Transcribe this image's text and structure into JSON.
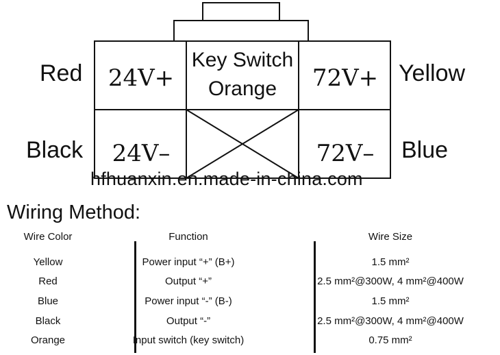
{
  "connector": {
    "cells": {
      "top_left": "24V+",
      "top_right": "72V+",
      "bottom_left": "24V–",
      "bottom_right": "72V–",
      "key_line1": "Key Switch",
      "key_line2": "Orange"
    },
    "side_labels": {
      "top_left": "Red",
      "bottom_left": "Black",
      "top_right": "Yellow",
      "bottom_right": "Blue"
    }
  },
  "watermark": "hfhuanxin.en.made-in-china.com",
  "wiring": {
    "title": "Wiring Method:",
    "headers": [
      "Wire Color",
      "Function",
      "Wire Size"
    ],
    "rows": [
      [
        "Yellow",
        "Power input “+” (B+)",
        "1.5 mm²"
      ],
      [
        "Red",
        "Output “+”",
        "2.5 mm²@300W, 4 mm²@400W"
      ],
      [
        "Blue",
        "Power input “-” (B-)",
        "1.5 mm²"
      ],
      [
        "Black",
        "Output “-”",
        "2.5 mm²@300W, 4 mm²@400W"
      ],
      [
        "Orange",
        "Input switch (key switch)",
        "0.75 mm²"
      ]
    ]
  }
}
